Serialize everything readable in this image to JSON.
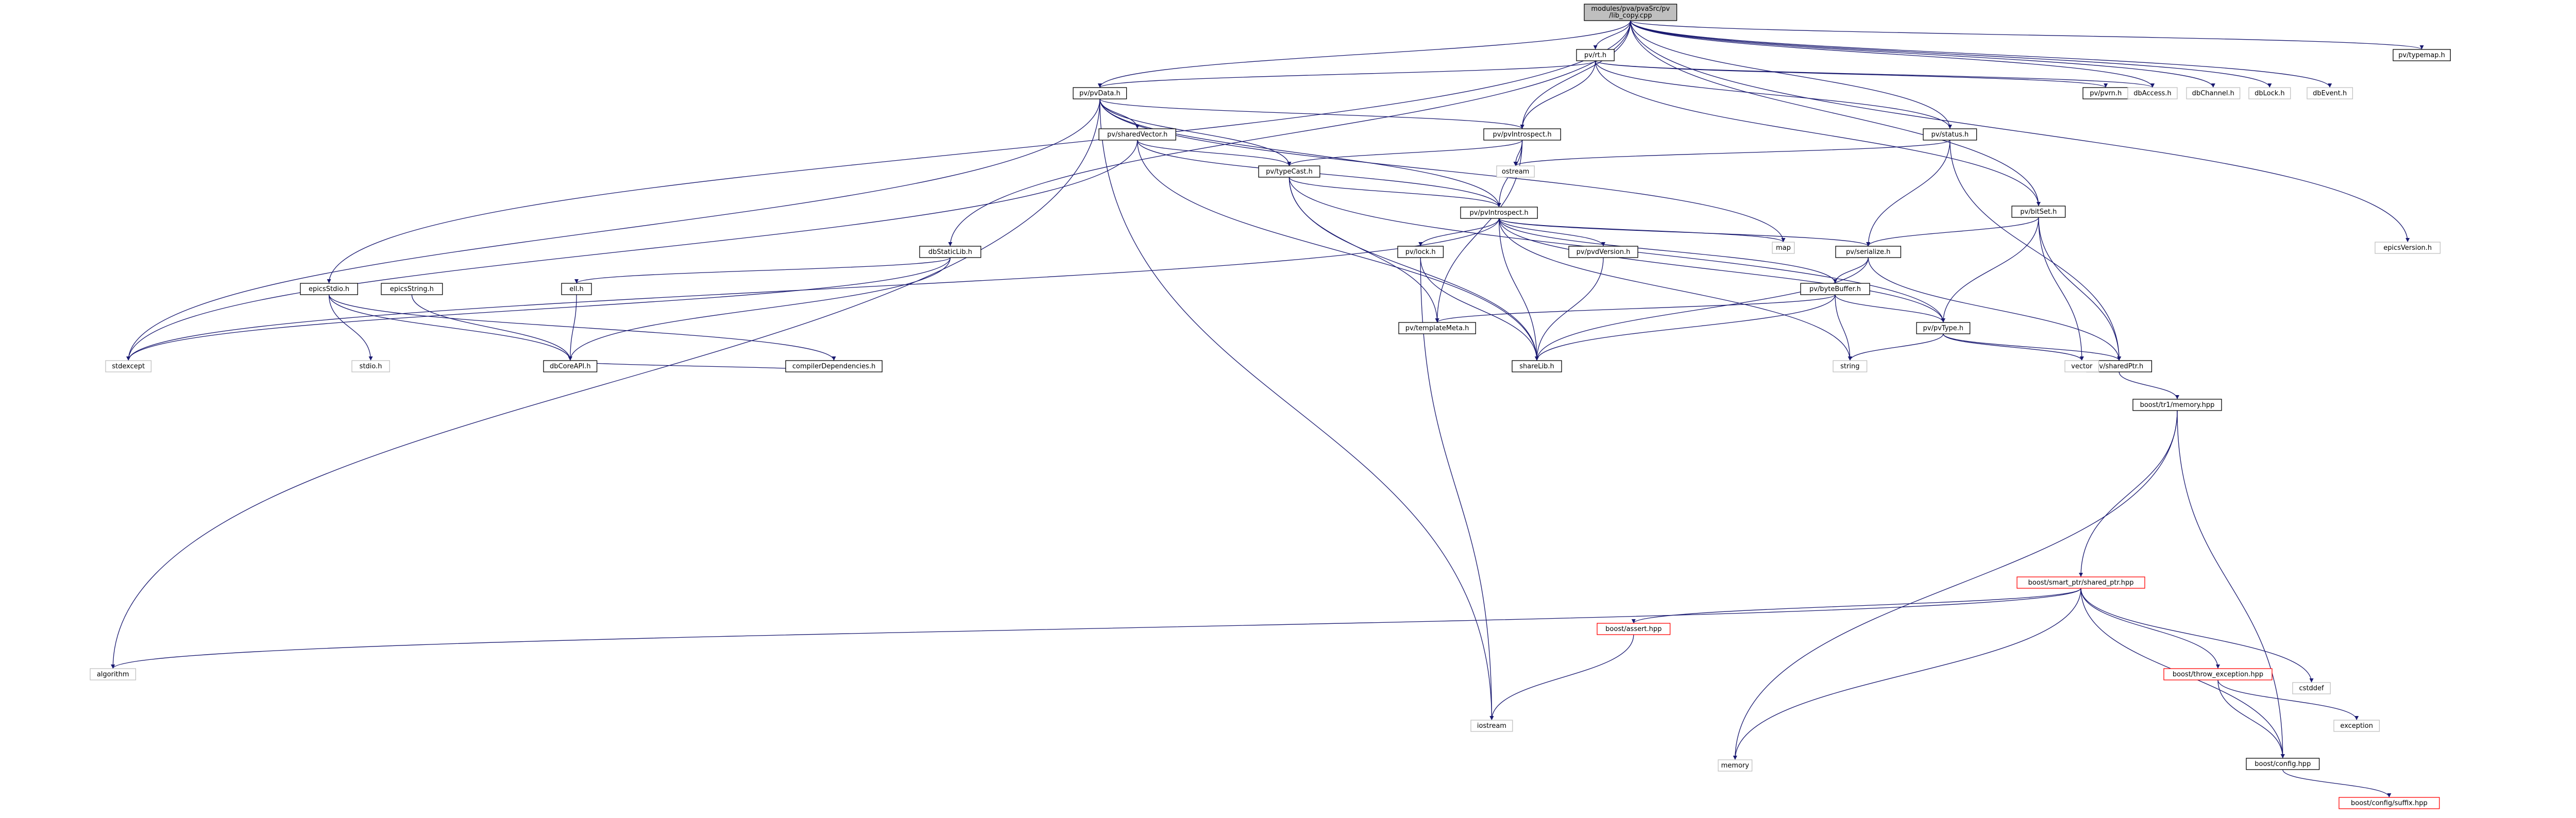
{
  "title": "modules/pva/pvaSrc/pv/.../pvData.h / pvCopy.cpp dependency graph",
  "colors": {
    "edge": "#191970",
    "root_fill": "#bfbfbf",
    "node_border": "#000000",
    "missing_border": "#bfbfbf",
    "truncated_border": "#ff0000",
    "missing_text": "#7f7f7f"
  },
  "root_label_lines": [
    "modules/pva/pvaSrc/pv",
    "/lib_copy.cpp"
  ],
  "nodes": [
    {
      "id": "root",
      "label": "modules/pva/pvaSrc/pv/lib_copy.cpp",
      "kind": "root"
    },
    {
      "id": "pvdata",
      "label": "pv/pvData.h",
      "kind": "normal"
    },
    {
      "id": "pvh",
      "label": "pv/rt.h",
      "kind": "normal"
    },
    {
      "id": "ptypemap",
      "label": "pv/typemap.h",
      "kind": "normal"
    },
    {
      "id": "pvsharedvector",
      "label": "pv/sharedVector.h",
      "kind": "normal"
    },
    {
      "id": "pvpvscalar",
      "label": "pv/pvIntrospect.h",
      "kind": "normal"
    },
    {
      "id": "pvtypecast",
      "label": "pv/typeCast.h",
      "kind": "normal"
    },
    {
      "id": "pvintrospect",
      "label": "pv/pvIntrospect.h",
      "kind": "normal"
    },
    {
      "id": "pvlock",
      "label": "pv/lock.h",
      "kind": "normal"
    },
    {
      "id": "pvdversion",
      "label": "pv/pvdVersion.h",
      "kind": "normal"
    },
    {
      "id": "pvserialize",
      "label": "pv/serialize.h",
      "kind": "normal"
    },
    {
      "id": "pvbytebuffer",
      "label": "pv/byteBuffer.h",
      "kind": "normal"
    },
    {
      "id": "pvtemplatemeta",
      "label": "pv/templateMeta.h",
      "kind": "normal"
    },
    {
      "id": "pvsharedptr",
      "label": "pv/sharedPtr.h",
      "kind": "normal"
    },
    {
      "id": "pvtype",
      "label": "pv/pvType.h",
      "kind": "normal"
    },
    {
      "id": "pvstatus",
      "label": "pv/status.h",
      "kind": "normal"
    },
    {
      "id": "pvbitset",
      "label": "pv/bitSet.h",
      "kind": "normal"
    },
    {
      "id": "pvreqn",
      "label": "pv/pvrn.h",
      "kind": "normal"
    },
    {
      "id": "epicsversion",
      "label": "epicsVersion.h",
      "kind": "missing"
    },
    {
      "id": "dbstaticlib",
      "label": "dbStaticLib.h",
      "kind": "normal"
    },
    {
      "id": "epicsstring",
      "label": "epicsString.h",
      "kind": "normal"
    },
    {
      "id": "epicsstdio",
      "label": "epicsStdio.h",
      "kind": "normal"
    },
    {
      "id": "elllib",
      "label": "ell.h",
      "kind": "normal"
    },
    {
      "id": "dbaccess",
      "label": "dbAccess.h",
      "kind": "missing"
    },
    {
      "id": "dbchannel",
      "label": "dbChannel.h",
      "kind": "missing"
    },
    {
      "id": "dblock",
      "label": "dbLock.h",
      "kind": "missing"
    },
    {
      "id": "dbevent",
      "label": "dbEvent.h",
      "kind": "missing"
    },
    {
      "id": "boostmemory",
      "label": "boost/tr1/memory.hpp",
      "kind": "normal"
    },
    {
      "id": "boostsharedptr",
      "label": "boost/smart_ptr/shared_ptr.hpp",
      "kind": "truncated"
    },
    {
      "id": "boostconfig",
      "label": "boost/config.hpp",
      "kind": "normal"
    },
    {
      "id": "boostassert",
      "label": "boost/assert.hpp",
      "kind": "truncated"
    },
    {
      "id": "boostthrow",
      "label": "boost/throw_exception.hpp",
      "kind": "truncated"
    },
    {
      "id": "boostsuffix",
      "label": "boost/config/suffix.hpp",
      "kind": "truncated"
    },
    {
      "id": "sharedlib",
      "label": "shareLib.h",
      "kind": "normal"
    },
    {
      "id": "dbcomapi",
      "label": "dbCoreAPI.h",
      "kind": "normal"
    },
    {
      "id": "compilerdep",
      "label": "compilerDependencies.h",
      "kind": "normal"
    },
    {
      "id": "stdexcept",
      "label": "stdexcept",
      "kind": "missing"
    },
    {
      "id": "algorithm",
      "label": "algorithm",
      "kind": "missing"
    },
    {
      "id": "iostream",
      "label": "iostream",
      "kind": "missing"
    },
    {
      "id": "memory",
      "label": "memory",
      "kind": "missing"
    },
    {
      "id": "string",
      "label": "string",
      "kind": "missing"
    },
    {
      "id": "vector",
      "label": "vector",
      "kind": "missing"
    },
    {
      "id": "map",
      "label": "map",
      "kind": "missing"
    },
    {
      "id": "ostream",
      "label": "ostream",
      "kind": "missing"
    },
    {
      "id": "exception",
      "label": "exception",
      "kind": "missing"
    },
    {
      "id": "cstddef",
      "label": "cstddef",
      "kind": "missing"
    },
    {
      "id": "stdioh",
      "label": "stdio.h",
      "kind": "missing"
    }
  ],
  "edges": [
    [
      "root",
      "pvdata"
    ],
    [
      "root",
      "pvh"
    ],
    [
      "root",
      "ptypemap"
    ],
    [
      "root",
      "dbaccess"
    ],
    [
      "root",
      "dbchannel"
    ],
    [
      "root",
      "dblock"
    ],
    [
      "root",
      "dbevent"
    ],
    [
      "root",
      "dbstaticlib"
    ],
    [
      "root",
      "epicsstdio"
    ],
    [
      "root",
      "pvpvscalar"
    ],
    [
      "root",
      "pvstatus"
    ],
    [
      "root",
      "pvbitset"
    ],
    [
      "root",
      "epicsversion"
    ],
    [
      "pvh",
      "pvdata"
    ],
    [
      "pvh",
      "pvreqn"
    ],
    [
      "pvh",
      "pvstatus"
    ],
    [
      "pvh",
      "pvbitset"
    ],
    [
      "pvh",
      "dbaccess"
    ],
    [
      "pvh",
      "pvpvscalar"
    ],
    [
      "pvdata",
      "pvsharedvector"
    ],
    [
      "pvdata",
      "pvintrospect"
    ],
    [
      "pvdata",
      "pvtypecast"
    ],
    [
      "pvdata",
      "pvpvscalar"
    ],
    [
      "pvdata",
      "algorithm"
    ],
    [
      "pvdata",
      "iostream"
    ],
    [
      "pvdata",
      "map"
    ],
    [
      "pvdata",
      "stdexcept"
    ],
    [
      "pvsharedvector",
      "pvtypecast"
    ],
    [
      "pvsharedvector",
      "pvintrospect"
    ],
    [
      "pvsharedvector",
      "sharedlib"
    ],
    [
      "pvsharedvector",
      "stdexcept"
    ],
    [
      "pvpvscalar",
      "pvtypecast"
    ],
    [
      "pvpvscalar",
      "pvintrospect"
    ],
    [
      "pvpvscalar",
      "ostream"
    ],
    [
      "pvpvscalar",
      "pvtemplatemeta"
    ],
    [
      "pvtypecast",
      "pvintrospect"
    ],
    [
      "pvtypecast",
      "pvtemplatemeta"
    ],
    [
      "pvtypecast",
      "sharedlib"
    ],
    [
      "pvtypecast",
      "pvtype"
    ],
    [
      "pvintrospect",
      "pvlock"
    ],
    [
      "pvintrospect",
      "pvdversion"
    ],
    [
      "pvintrospect",
      "pvserialize"
    ],
    [
      "pvintrospect",
      "pvbytebuffer"
    ],
    [
      "pvintrospect",
      "map"
    ],
    [
      "pvintrospect",
      "string"
    ],
    [
      "pvintrospect",
      "pvtype"
    ],
    [
      "pvintrospect",
      "sharedlib"
    ],
    [
      "pvintrospect",
      "stdexcept"
    ],
    [
      "pvlock",
      "sharedlib"
    ],
    [
      "pvlock",
      "iostream"
    ],
    [
      "pvdversion",
      "sharedlib"
    ],
    [
      "pvserialize",
      "pvbytebuffer"
    ],
    [
      "pvserialize",
      "pvsharedptr"
    ],
    [
      "pvserialize",
      "sharedlib"
    ],
    [
      "pvbytebuffer",
      "pvtype"
    ],
    [
      "pvbytebuffer",
      "string"
    ],
    [
      "pvbytebuffer",
      "sharedlib"
    ],
    [
      "pvbytebuffer",
      "pvtemplatemeta"
    ],
    [
      "pvtype",
      "pvsharedptr"
    ],
    [
      "pvtype",
      "string"
    ],
    [
      "pvtype",
      "vector"
    ],
    [
      "pvsharedptr",
      "boostmemory"
    ],
    [
      "pvstatus",
      "pvserialize"
    ],
    [
      "pvstatus",
      "pvsharedptr"
    ],
    [
      "pvstatus",
      "ostream"
    ],
    [
      "pvbitset",
      "pvserialize"
    ],
    [
      "pvbitset",
      "pvsharedptr"
    ],
    [
      "pvbitset",
      "pvtype"
    ],
    [
      "pvbitset",
      "vector"
    ],
    [
      "dbstaticlib",
      "elllib"
    ],
    [
      "dbstaticlib",
      "dbcomapi"
    ],
    [
      "dbstaticlib",
      "stdexcept"
    ],
    [
      "epicsstdio",
      "stdioh"
    ],
    [
      "epicsstdio",
      "compilerdep"
    ],
    [
      "epicsstdio",
      "dbcomapi"
    ],
    [
      "epicsstring",
      "dbcomapi"
    ],
    [
      "elllib",
      "dbcomapi"
    ],
    [
      "boostmemory",
      "boostsharedptr"
    ],
    [
      "boostmemory",
      "boostconfig"
    ],
    [
      "boostmemory",
      "memory"
    ],
    [
      "boostsharedptr",
      "boostconfig"
    ],
    [
      "boostsharedptr",
      "boostassert"
    ],
    [
      "boostsharedptr",
      "boostthrow"
    ],
    [
      "boostsharedptr",
      "algorithm"
    ],
    [
      "boostsharedptr",
      "cstddef"
    ],
    [
      "boostsharedptr",
      "memory"
    ],
    [
      "boostassert",
      "iostream"
    ],
    [
      "boostthrow",
      "exception"
    ],
    [
      "boostthrow",
      "boostconfig"
    ],
    [
      "boostconfig",
      "boostsuffix"
    ],
    [
      "compilerdep",
      "dbcomapi"
    ]
  ]
}
